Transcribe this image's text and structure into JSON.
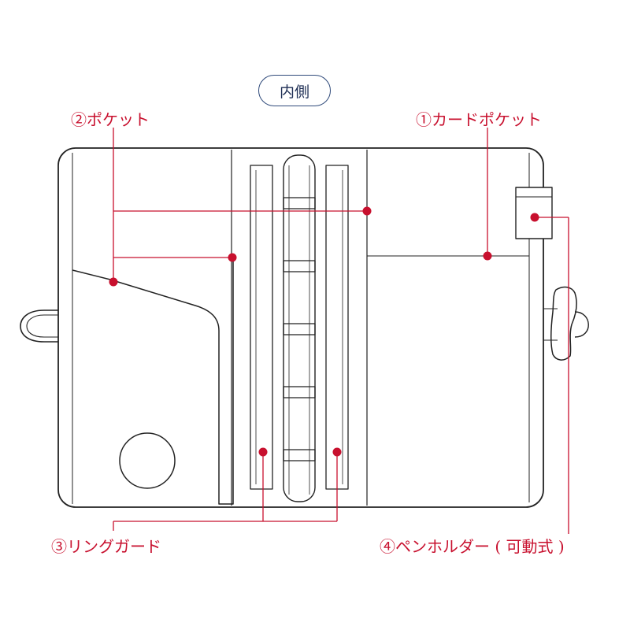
{
  "title": "内側",
  "callouts": {
    "card_pocket": "①カードポケット",
    "pocket": "②ポケット",
    "ring_guard": "③リングガード",
    "pen_holder": "④ペンホルダー ( 可動式 )"
  },
  "colors": {
    "outline": "#222222",
    "callout": "#c8102e",
    "badge_border": "#2f4a7a"
  }
}
